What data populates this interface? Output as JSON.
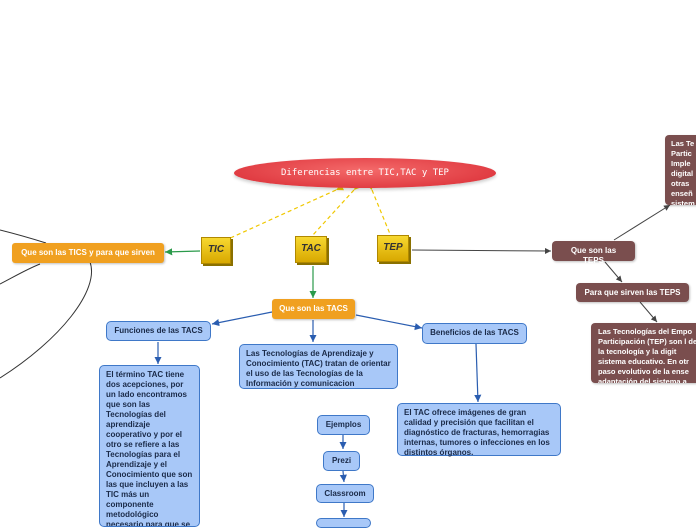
{
  "root": {
    "title": "Diferencias entre TIC,TAC y TEP"
  },
  "categories": {
    "tic": "TIC",
    "tac": "TAC",
    "tep": "TEP"
  },
  "tics": {
    "title": "Que son las TICS y para que sirven"
  },
  "tacs": {
    "title": "Que son las TACS",
    "funciones": "Funciones de las TACS",
    "definicion": "Las Tecnologías de Aprendizaje y Conocimiento (TAC) tratan de orientar el uso de las Tecnologías de la Información y comunicacion",
    "beneficios": "Beneficios de las TACS",
    "funciones_texto": "El término TAC tiene dos acepciones, por un lado encontramos que son las Tecnologías del aprendizaje cooperativo y por el otro se refiere a las Tecnologías para el Aprendizaje y el Conocimiento que son las que incluyen a las TIC más un componente metodológico necesario para que se genere un aprendizaje",
    "beneficios_texto": "El TAC ofrece imágenes de gran calidad y precisión que facilitan el diagnóstico de fracturas, hemorragias internas, tumores o infecciones en los distintos órganos.",
    "ejemplos": {
      "title": "Ejemplos",
      "items": [
        "Prezi",
        "Classroom"
      ]
    }
  },
  "teps": {
    "title": "Que son las TEPS",
    "sirven": "Para que sirven las TEPS",
    "top_text": "Las Te Partic Imple digital otras enseñ sistem",
    "bottom_text": "Las Tecnologías del Empo Participación (TEP) son l de la tecnología y la digit sistema educativo. En otr paso evolutivo de la ense adaptación del sistema a"
  },
  "colors": {
    "root": "#e03a40",
    "orange": "#f0a020",
    "blue_fill": "#a8c8f8",
    "blue_border": "#3f78c8",
    "brown": "#7a4e4e",
    "gold": "#e8c010",
    "green_link": "#2a9a4a",
    "dashed_link": "#f0c800"
  }
}
